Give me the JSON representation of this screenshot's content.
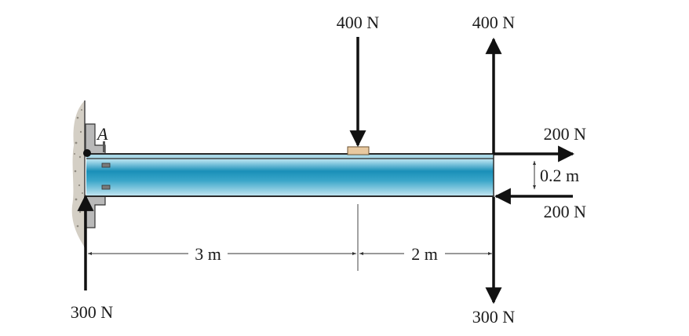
{
  "point_label": "A",
  "forces": {
    "middle_down": "400 N",
    "end_up": "400 N",
    "end_down": "300 N",
    "support_up": "300 N",
    "couple_right": "200 N",
    "couple_left": "200 N"
  },
  "dimensions": {
    "span_1": "3 m",
    "span_2": "2 m",
    "couple_arm": "0.2 m"
  },
  "colors": {
    "beam_dark": "#1a8fb8",
    "beam_light": "#bfe6f2",
    "wall": "#cfcbc2",
    "block": "#e8c9a0"
  }
}
